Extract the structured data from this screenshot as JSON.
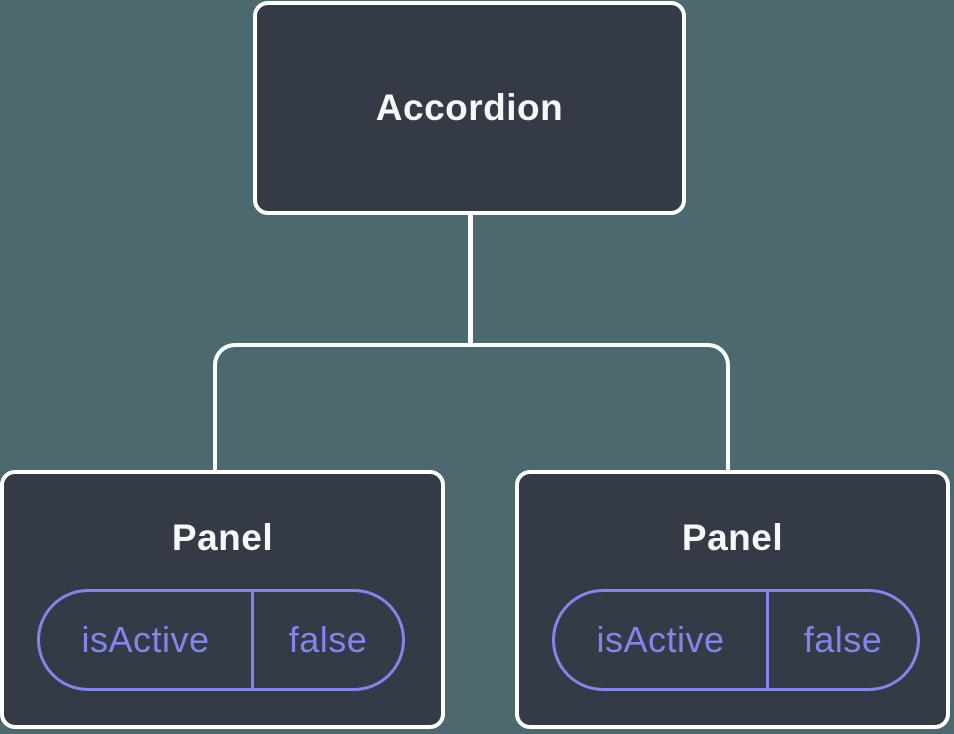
{
  "diagram": {
    "type": "component-tree",
    "root": {
      "label": "Accordion"
    },
    "panels": [
      {
        "title": "Panel",
        "state": {
          "key": "isActive",
          "value": "false"
        }
      },
      {
        "title": "Panel",
        "state": {
          "key": "isActive",
          "value": "false"
        }
      }
    ],
    "colors": {
      "background": "#4D6970",
      "node_fill": "#343A46",
      "node_border": "#FFFFFF",
      "connector": "#FFFFFF",
      "state_accent": "#8286EC",
      "node_text": "#F6F7F9"
    }
  }
}
